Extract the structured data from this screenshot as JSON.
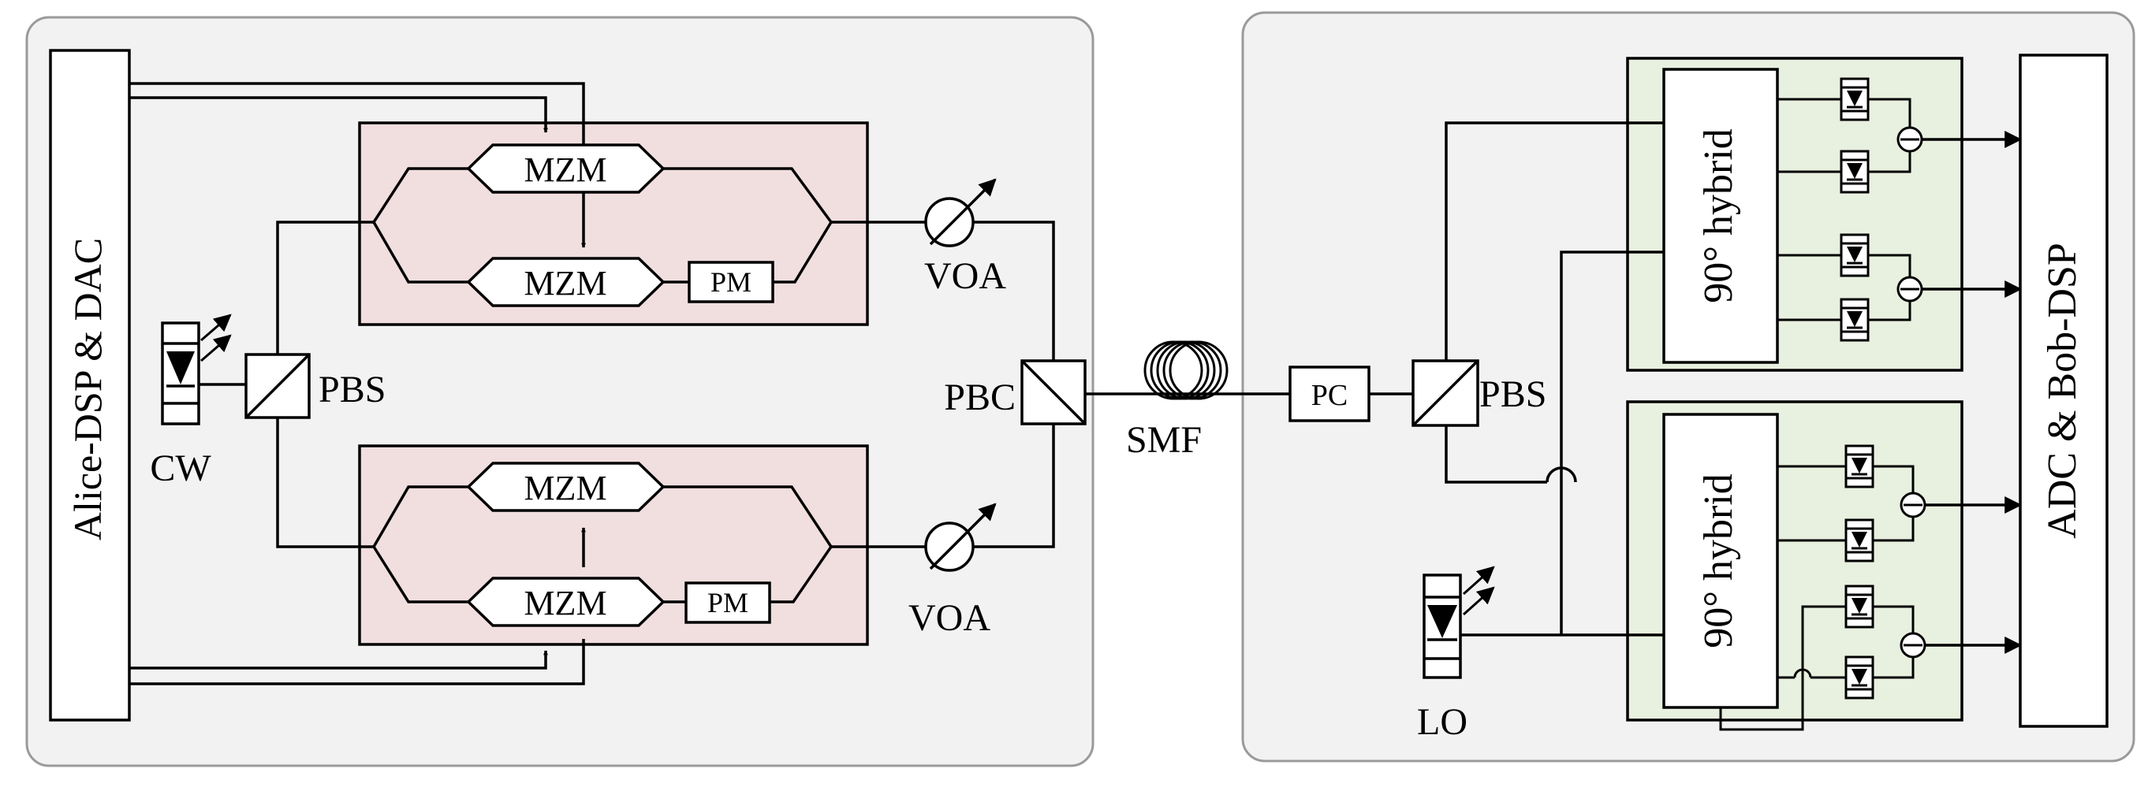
{
  "colors": {
    "panel_bg": "#f2f2f2",
    "panel_border": "#9a9a9a",
    "modulator_bg": "#f1dede",
    "hybrid_bg": "#e8f0df",
    "stroke": "#000000"
  },
  "alice": {
    "dsp_label": "Alice-DSP & DAC",
    "laser_label": "CW",
    "pbs_label": "PBS",
    "mzm_label": "MZM",
    "pm_label": "PM",
    "voa_label": "VOA",
    "pbc_label": "PBC"
  },
  "link": {
    "fiber_label": "SMF"
  },
  "bob": {
    "pc_label": "PC",
    "pbs_label": "PBS",
    "hybrid_label": "90° hybrid",
    "lo_label": "LO",
    "adc_label": "ADC & Bob-DSP"
  }
}
